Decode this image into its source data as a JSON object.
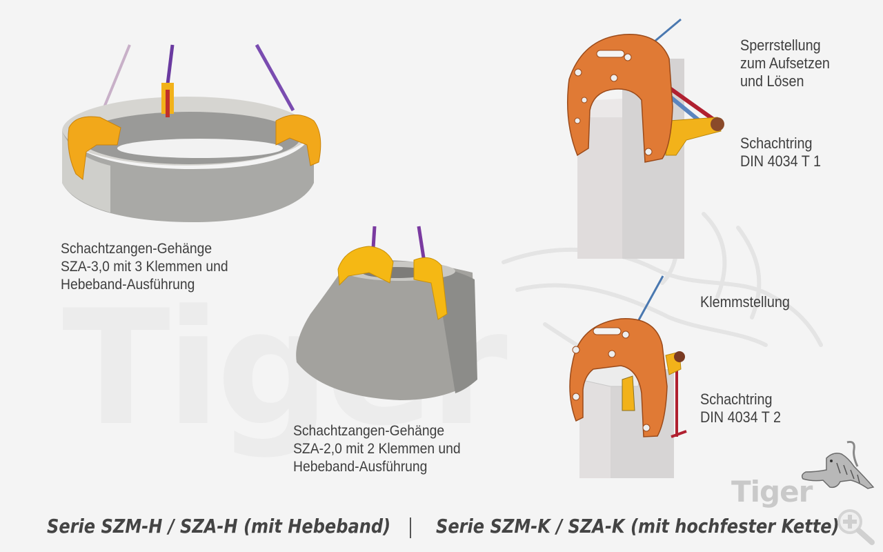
{
  "watermark": {
    "text": "Tiger"
  },
  "products": [
    {
      "id": "sza-3",
      "caption_lines": [
        "Schachtzangen-Gehänge",
        "SZA-3,0 mit 3 Klemmen und",
        "Hebeband-Ausführung"
      ]
    },
    {
      "id": "sza-2",
      "caption_lines": [
        "Schachtzangen-Gehänge",
        "SZA-2,0 mit 2 Klemmen und",
        "Hebeband-Ausführung"
      ]
    }
  ],
  "diagrams": [
    {
      "id": "sperrstellung",
      "state_lines": [
        "Sperrstellung",
        "zum Aufsetzen",
        "und Lösen"
      ],
      "ring_lines": [
        "Schachtring",
        "DIN 4034 T 1"
      ]
    },
    {
      "id": "klemmstellung",
      "state_lines": [
        "Klemmstellung"
      ],
      "ring_lines": [
        "Schachtring",
        "DIN 4034 T 2"
      ]
    }
  ],
  "logo": {
    "text": "Tiger"
  },
  "footer": {
    "left_series": "Serie SZM-H / SZA-H (mit Hebeband)",
    "separator": "|",
    "right_series": "Serie SZM-K / SZA-K (mit hochfester Kette)"
  },
  "zoom_button": {
    "icon": "zoom-in-icon"
  },
  "colors": {
    "background": "#f4f4f4",
    "text": "#3e3e3e",
    "clamp_yellow": "#f2b21a",
    "clamp_orange": "#e07a35",
    "concrete": "#b8b8b4",
    "strap_purple": "#6a3aa0",
    "rod_blue": "#4a78b0",
    "rod_red": "#b02030"
  }
}
